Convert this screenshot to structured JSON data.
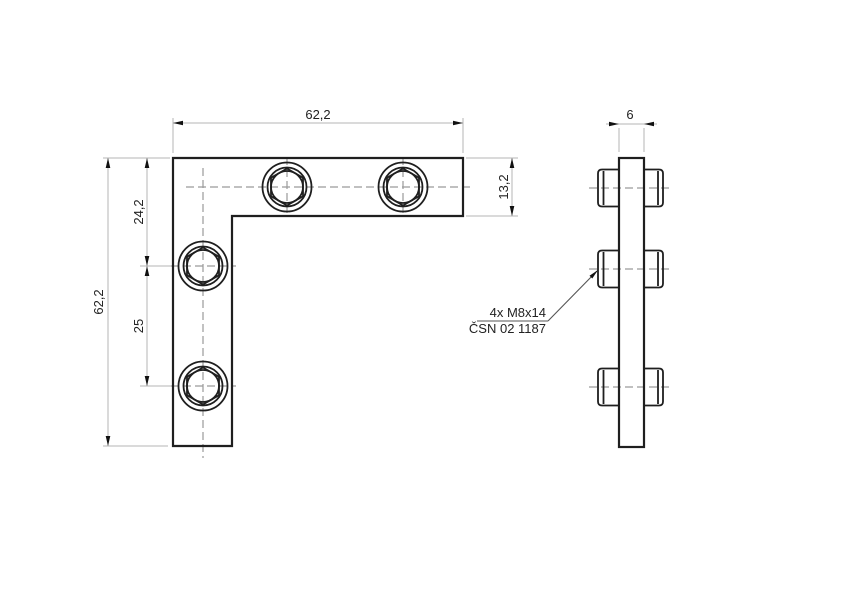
{
  "drawing": {
    "type": "technical-drawing",
    "part": "L-shaped corner bracket with hex socket screws",
    "views": [
      "front-view",
      "side-view"
    ],
    "dims": {
      "top_width": "62,2",
      "left_height": "62,2",
      "first_hole_offset": "24,2",
      "hole_spacing": "25",
      "arm_height": "13,2",
      "plate_thickness": "6"
    },
    "annotation": {
      "line1": "4x M8x14",
      "line2": "ČSN 02 1187"
    },
    "colors": {
      "background": "#ffffff",
      "outline": "#1f1f1f",
      "dimension_lines": "#b4b4b4",
      "centerlines": "#9a9a9a",
      "arrowheads": "#111111",
      "text": "#222222"
    }
  }
}
